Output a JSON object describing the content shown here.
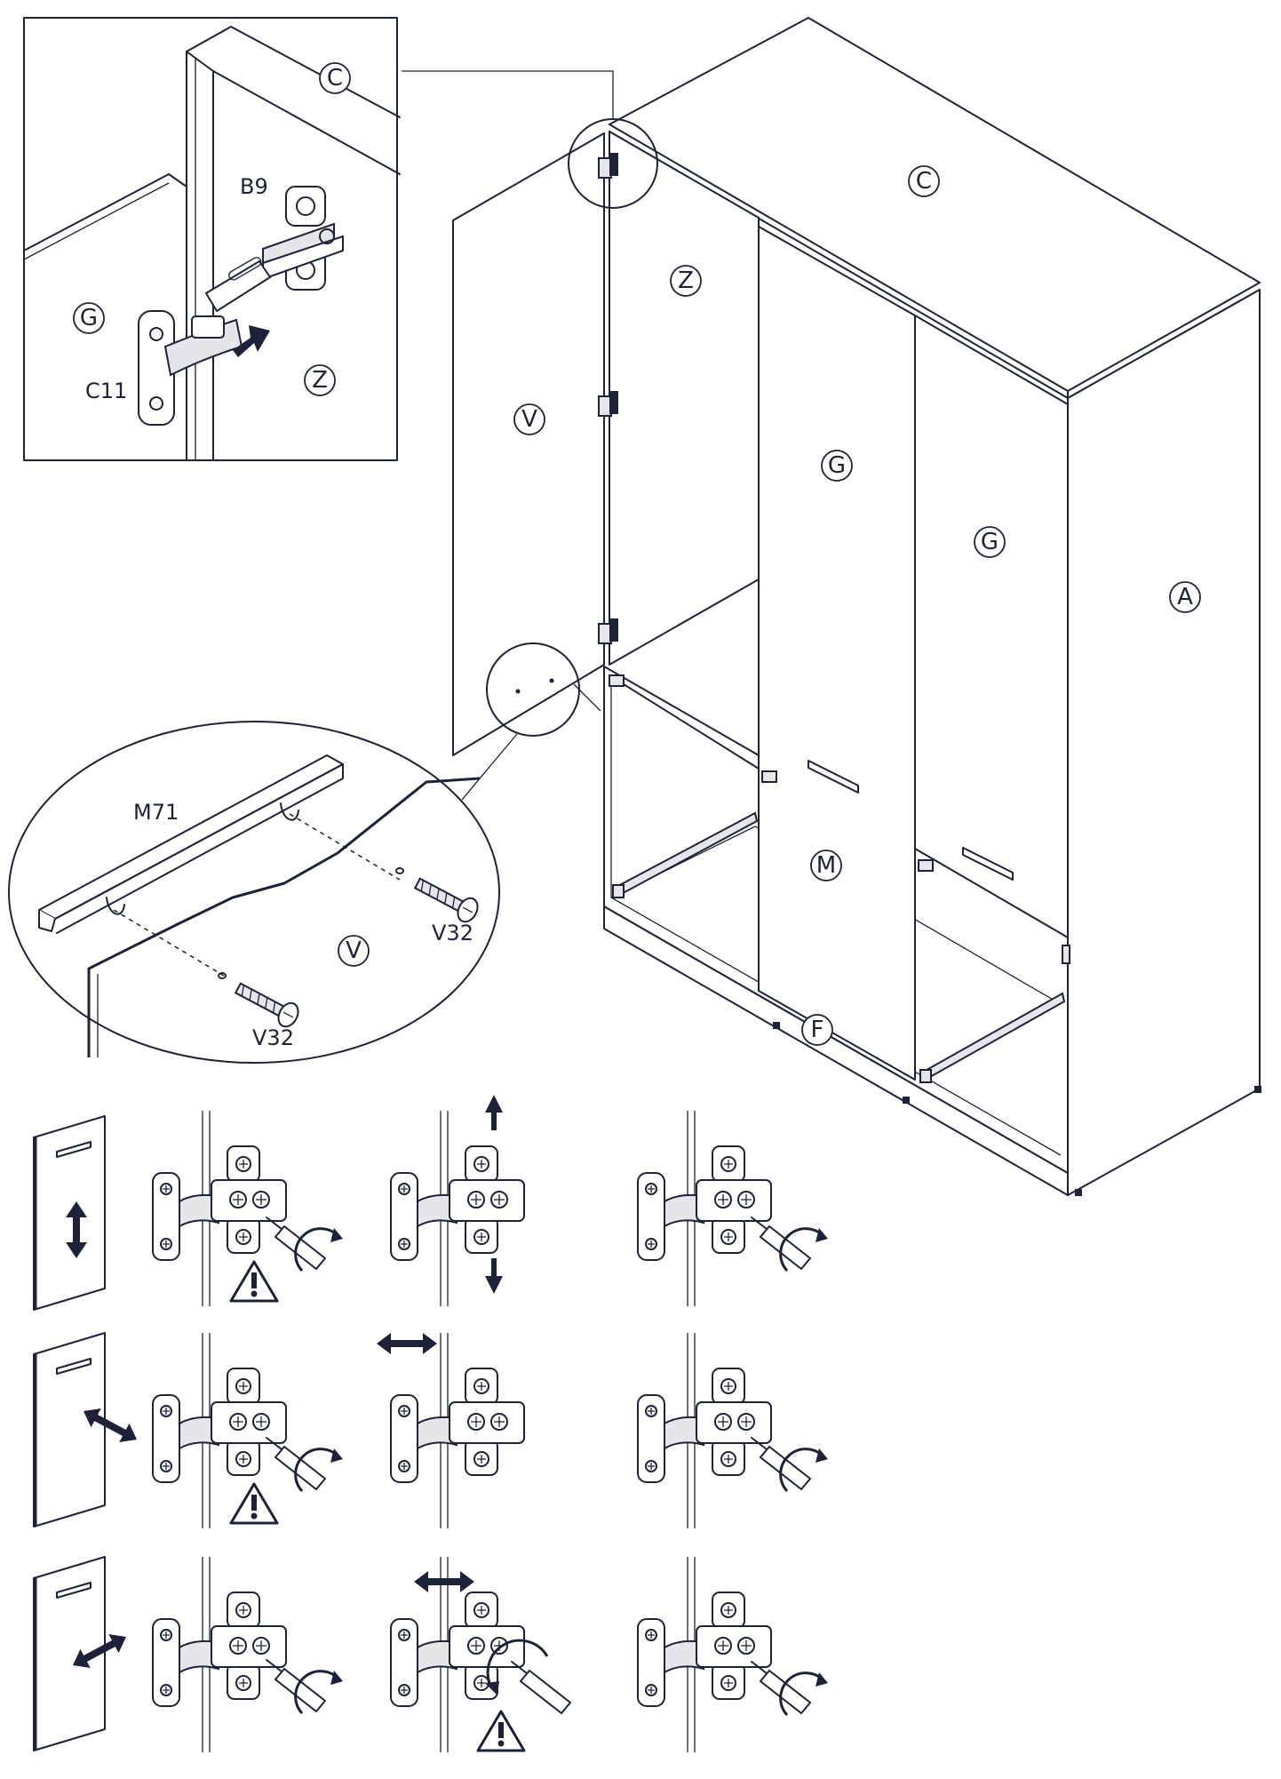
{
  "labels": {
    "top_C": "C",
    "side_A": "A",
    "door_V": "V",
    "door_Z": "Z",
    "door_G1": "G",
    "door_G2": "G",
    "drawer_M": "M",
    "base_F": "F",
    "detail_C": "C",
    "detail_G": "G",
    "detail_Z": "Z",
    "handle_V": "V"
  },
  "codes": {
    "plate": "B9",
    "hinge": "C11",
    "handle": "M71",
    "screw_right": "V32",
    "screw_left": "V32"
  },
  "adjustments": [
    {
      "direction": "vertical",
      "steps": [
        "loosen",
        "move",
        "tighten"
      ],
      "warning": "loosen"
    },
    {
      "direction": "depth",
      "steps": [
        "loosen",
        "move",
        "tighten"
      ],
      "warning": "loosen"
    },
    {
      "direction": "lateral",
      "steps": [
        "loosen",
        "move",
        "tighten"
      ],
      "warning": "move"
    }
  ],
  "colors": {
    "ink": "#1e2238",
    "paper": "#ffffff",
    "fill": "#e6e6ea"
  },
  "icons": [
    "warning-icon",
    "rotate-arrow-icon",
    "screwdriver-icon",
    "arrow-icon"
  ]
}
